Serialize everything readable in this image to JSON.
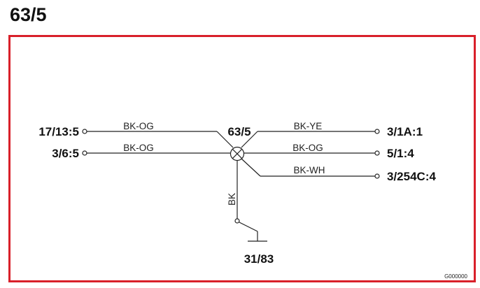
{
  "title": "63/5",
  "colors": {
    "frame": "#d9202a",
    "lines": "#222222",
    "text": "#111111"
  },
  "splice": {
    "label": "63/5"
  },
  "left_connections": [
    {
      "label": "17/13:5",
      "wire": "BK-OG"
    },
    {
      "label": "3/6:5",
      "wire": "BK-OG"
    }
  ],
  "right_connections": [
    {
      "label": "3/1A:1",
      "wire": "BK-YE"
    },
    {
      "label": "5/1:4",
      "wire": "BK-OG"
    },
    {
      "label": "3/254C:4",
      "wire": "BK-WH"
    }
  ],
  "ground": {
    "wire": "BK",
    "label": "31/83"
  },
  "figure_code": "G000000"
}
